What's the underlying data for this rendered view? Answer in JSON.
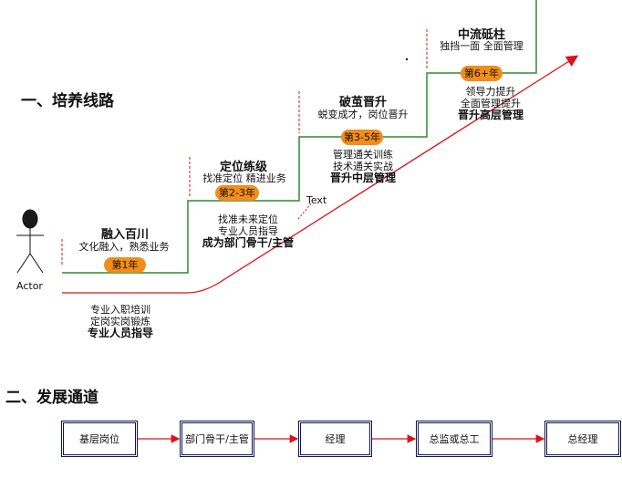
{
  "section1": {
    "title": "一、培养线路"
  },
  "section2": {
    "title": "二、发展通道"
  },
  "actor": {
    "label": "Actor"
  },
  "text_label": "Text",
  "stages": [
    {
      "title": "融入百川",
      "subtitle": "文化融入，熟悉业务",
      "badge": "第1年",
      "notes": [
        "专业入职培训",
        "定岗实岗锻炼",
        "专业人员指导"
      ]
    },
    {
      "title": "定位练级",
      "subtitle": "找准定位 精进业务",
      "badge": "第2-3年",
      "notes": [
        "找准未来定位",
        "专业人员指导",
        "成为部门骨干/主管"
      ]
    },
    {
      "title": "破茧晋升",
      "subtitle": "蜕变成才，岗位晋升",
      "badge": "第3-5年",
      "notes": [
        "管理通关训练",
        "技术通关实战",
        "晋升中层管理"
      ]
    },
    {
      "title": "中流砥柱",
      "subtitle": "独挡一面 全面管理",
      "badge": "第6+年",
      "notes": [
        "领导力提升",
        "全面管理提升",
        "晋升高层管理"
      ]
    }
  ],
  "channel": [
    {
      "label": "基层岗位"
    },
    {
      "label": "部门骨干/主管"
    },
    {
      "label": "经理"
    },
    {
      "label": "总监或总工"
    },
    {
      "label": "总经理"
    }
  ],
  "colors": {
    "steps": "#2e8b2e",
    "arrow": "#e0101a",
    "badge": "#f28c1a",
    "box_border": "#0b1450"
  }
}
